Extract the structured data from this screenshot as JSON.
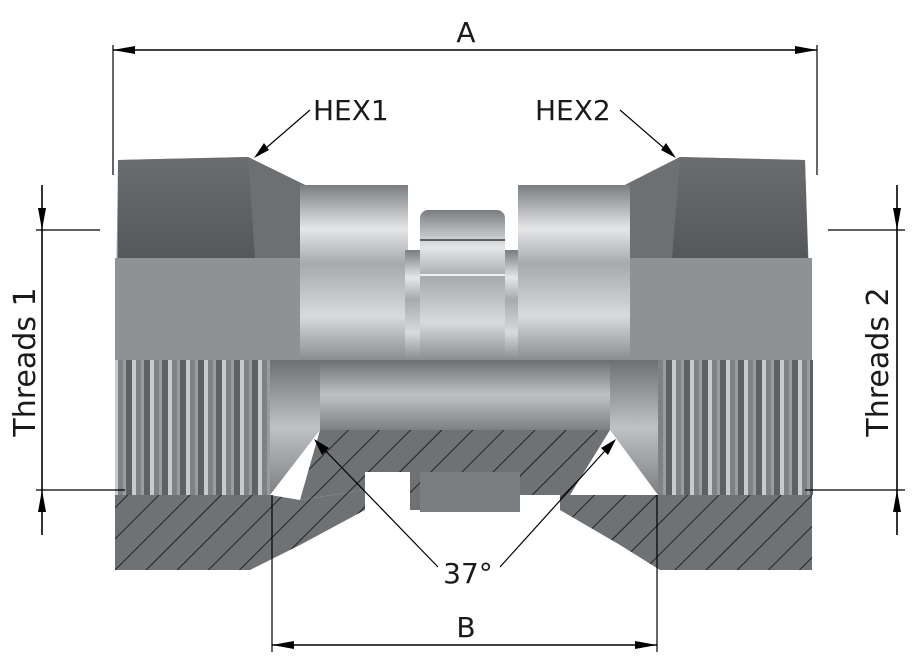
{
  "labels": {
    "dim_a": "A",
    "dim_b": "B",
    "hex1": "HEX1",
    "hex2": "HEX2",
    "threads1": "Threads 1",
    "threads2": "Threads 2",
    "angle": "37°"
  },
  "colors": {
    "body_dark": "#5b5e61",
    "body_mid": "#8c8f92",
    "body_light": "#c9cbcd",
    "section_fill": "#6f7275",
    "line": "#000000"
  }
}
